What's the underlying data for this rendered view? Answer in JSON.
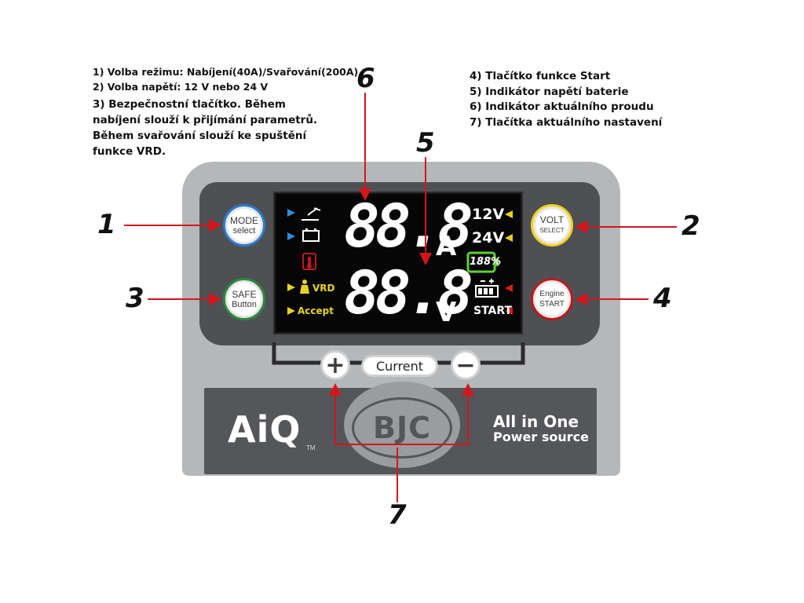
{
  "legend_left": {
    "item1": "1)  Volba režimu: Nabíjení(40A)/Svařování(200A)",
    "item2": "2)  Volba napětí: 12 V nebo 24 V",
    "item3": "3) Bezpečnostní tlačítko. Během nabíjení slouží k přijímání parametrů. Během svařování slouží ke spuštění funkce VRD."
  },
  "legend_right": {
    "item4": "4) Tlačítko funkce Start",
    "item5": "5) Indikátor napětí baterie",
    "item6": "6) Indikátor aktuálního proudu",
    "item7": "7) Tlačítka aktuálního nastavení"
  },
  "callouts": {
    "c1": "1",
    "c2": "2",
    "c3": "3",
    "c4": "4",
    "c5": "5",
    "c6": "6",
    "c7": "7"
  },
  "buttons": {
    "mode_top": "MODE",
    "mode_bottom": "select",
    "safe_top": "SAFE",
    "safe_bottom": "Button",
    "volt_top": "VOLT",
    "volt_bottom": "SELECT",
    "engine_top": "Engine",
    "engine_bottom": "START",
    "current": "Current",
    "plus": "+",
    "minus": "−"
  },
  "display": {
    "amps_digits": "88.8",
    "amps_unit": "A",
    "volts_digits": "88.8",
    "volts_unit": "V",
    "v12": "12V",
    "v24": "24V",
    "battery_readout": "188%",
    "vrd": "VRD",
    "accept": "Accept",
    "start": "START"
  },
  "branding": {
    "aiq": "AiQ",
    "tm": "TM",
    "bjc": "BJC",
    "line1": "All in One",
    "line2": "Power source"
  },
  "colors": {
    "panel": "#b6b7b9",
    "inner": "#4f5054",
    "accent_blue": "#2c7bd1",
    "accent_yellow": "#f2d21b",
    "accent_green": "#2e8a3e",
    "accent_red": "#c4161c",
    "arrow_red": "#d4161c"
  }
}
